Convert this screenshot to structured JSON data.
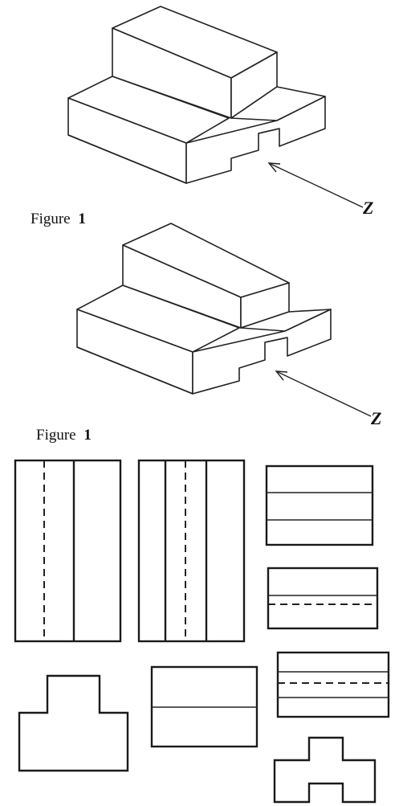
{
  "figures": [
    {
      "caption_word": "Figure",
      "caption_number": "1",
      "view_label": "Z"
    },
    {
      "caption_word": "Figure",
      "caption_number": "1",
      "view_label": "Z"
    }
  ],
  "colors": {
    "line": "#222222",
    "background": "#ffffff"
  }
}
